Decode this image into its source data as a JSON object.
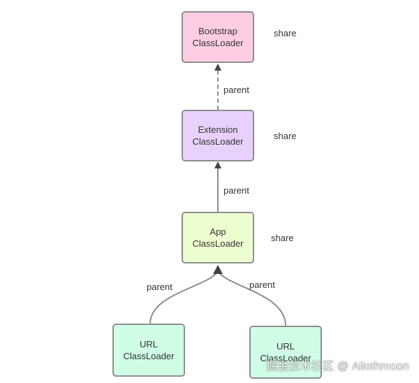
{
  "diagram": {
    "nodes": {
      "bootstrap": {
        "line1": "Bootstrap",
        "line2": "ClassLoader",
        "fill": "#fecde3"
      },
      "extension": {
        "line1": "Extension",
        "line2": "ClassLoader",
        "fill": "#e7d2fd"
      },
      "app": {
        "line1": "App",
        "line2": "ClassLoader",
        "fill": "#ecfdd0"
      },
      "url_left": {
        "line1": "URL",
        "line2": "ClassLoader",
        "fill": "#d0fde6"
      },
      "url_right": {
        "line1": "URL",
        "line2": "ClassLoader",
        "fill": "#d0fde6"
      }
    },
    "share_labels": {
      "bootstrap": "share",
      "extension": "share",
      "app": "share"
    },
    "edge_labels": {
      "extension_to_bootstrap": "parent",
      "app_to_extension": "parent",
      "url_left_to_app": "parent",
      "url_right_to_app": "parent"
    },
    "edge_styles": {
      "extension_to_bootstrap": "dashed",
      "app_to_extension": "solid",
      "url_left_to_app": "solid",
      "url_right_to_app": "solid"
    },
    "stroke_color": "#8c8c8c"
  },
  "watermark": "掘金技术社区 @ Aliothmoon"
}
